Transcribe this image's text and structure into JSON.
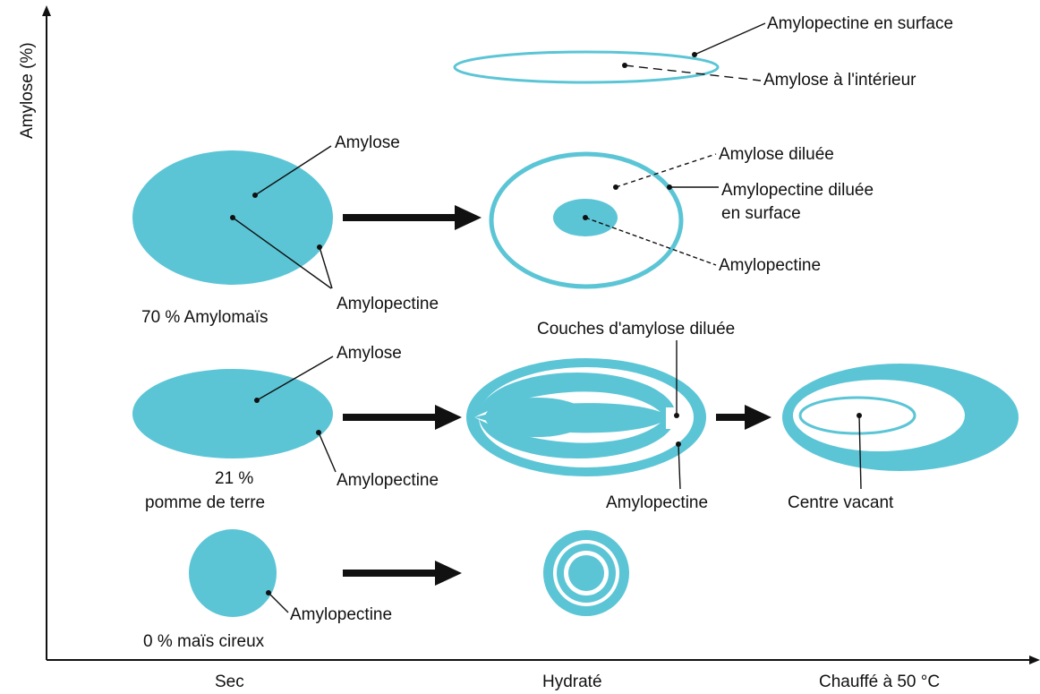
{
  "colors": {
    "starch": "#5bc5d6",
    "ink": "#111111",
    "background": "#ffffff"
  },
  "axes": {
    "y_label": "Amylose (%)",
    "x_labels": {
      "dry": "Sec",
      "hydrated": "Hydraté",
      "heated": "Chauffé à 50 °C"
    }
  },
  "top": {
    "amylopectin_surface": "Amylopectine en surface",
    "amylose_inside": "Amylose à l'intérieur"
  },
  "row70": {
    "caption": "70 % Amylomaïs",
    "dry_amylose": "Amylose",
    "dry_amylopectin": "Amylopectine",
    "hyd_amylose_diluted": "Amylose diluée",
    "hyd_amylopectin_surface_l1": "Amylopectine diluée",
    "hyd_amylopectin_surface_l2": "en surface",
    "hyd_amylopectin": "Amylopectine"
  },
  "row21": {
    "caption_l1": "21 %",
    "caption_l2": "pomme de terre",
    "dry_amylose": "Amylose",
    "dry_amylopectin": "Amylopectine",
    "hyd_layers": "Couches d'amylose diluée",
    "hyd_amylopectin": "Amylopectine",
    "heated_center": "Centre vacant"
  },
  "row0": {
    "caption": "0 % maïs cireux",
    "dry_amylopectin": "Amylopectine"
  }
}
